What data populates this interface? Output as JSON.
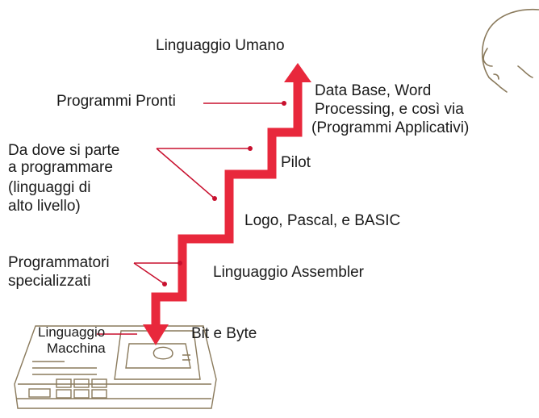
{
  "labels": {
    "top": "Linguaggio Umano",
    "ready_programs": "Programmi Pronti",
    "applications_line1": "Data Base, Word",
    "applications_line2": "Processing, e così via",
    "applications_line3": "(Programmi Applicativi)",
    "start_line1": "Da dove si parte",
    "start_line2": "a programmare",
    "start_line3": "(linguaggi di",
    "start_line4": "alto livello)",
    "pilot": "Pilot",
    "logo_pascal_basic": "Logo, Pascal, e BASIC",
    "specialists_line1": "Programmatori",
    "specialists_line2": "specializzati",
    "assembler": "Linguaggio Assembler",
    "machine_line1": "Linguaggio",
    "machine_line2": "Macchina",
    "bits_bytes": "Bit e Byte"
  },
  "colors": {
    "arrow": "#e8283c",
    "leader": "#c8102e",
    "sketch": "#8a7a5c"
  },
  "icons": {
    "head": "human-head-outline",
    "computer": "computer-sketch"
  }
}
